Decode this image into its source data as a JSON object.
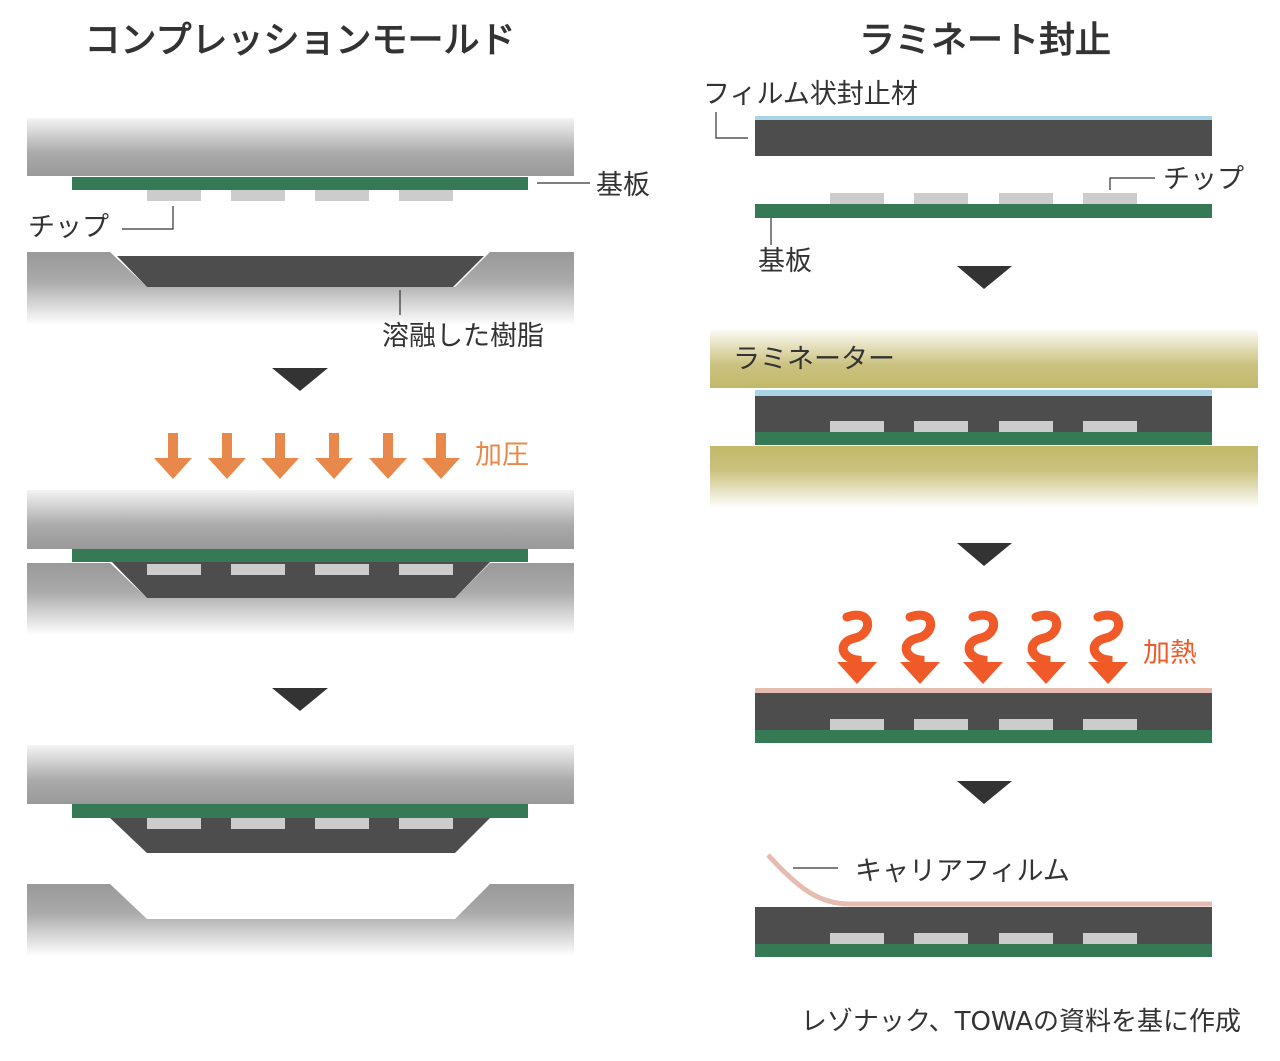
{
  "titles": {
    "left": "コンプレッションモールド",
    "right": "ラミネート封止"
  },
  "left": {
    "substrate": "基板",
    "chip": "チップ",
    "molten_resin": "溶融した樹脂",
    "pressure": "加圧"
  },
  "right": {
    "film_encapsulant": "フィルム状封止材",
    "chip": "チップ",
    "substrate": "基板",
    "laminator": "ラミネーター",
    "heating": "加熱",
    "carrier_film": "キャリアフィルム"
  },
  "footer": {
    "source": "レゾナック、TOWAの資料を基に作成"
  },
  "colors": {
    "substrate": "#357a55",
    "chip": "#cccccc",
    "resin": "#4d4d4d",
    "mold": "#999999",
    "film": "#a8d4e6",
    "laminator": "#c4bb6e",
    "pressure_arrow": "#e8884a",
    "heat_arrow": "#f05a28",
    "carrier_film": "#e6bcb0"
  }
}
